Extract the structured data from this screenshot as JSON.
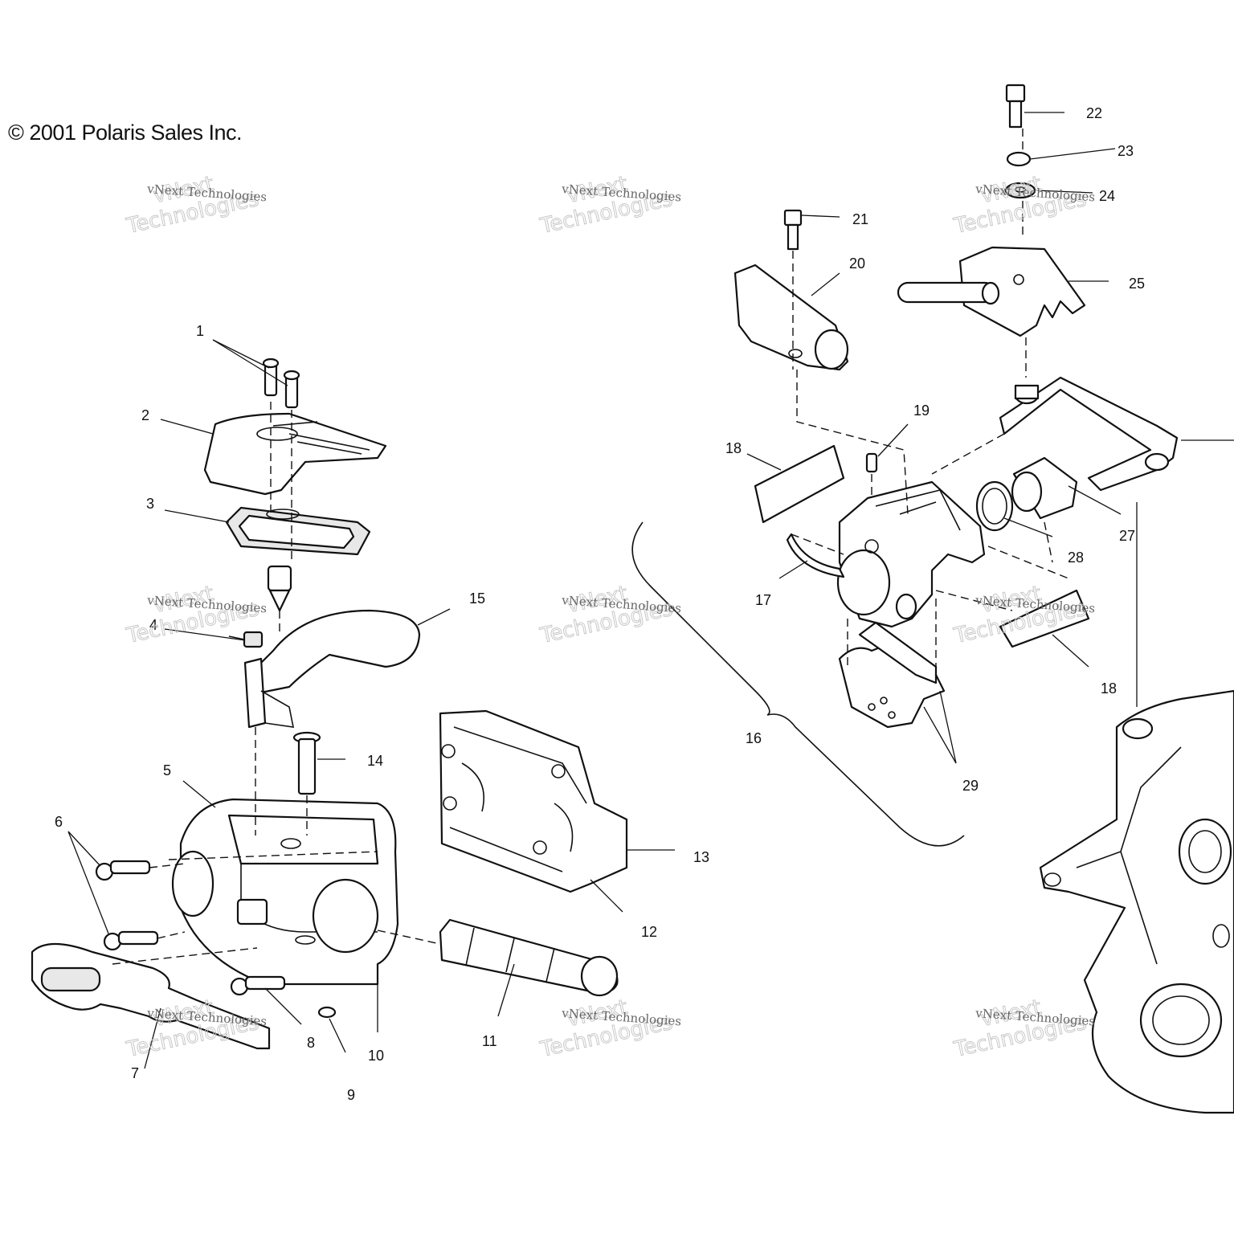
{
  "copyright": "© 2001 Polaris Sales Inc.",
  "watermark": {
    "line1": "vNext Technologies",
    "line2": "vNext Technologies"
  },
  "callouts": [
    "1",
    "2",
    "3",
    "4",
    "5",
    "6",
    "7",
    "8",
    "9",
    "10",
    "11",
    "12",
    "13",
    "14",
    "15",
    "16",
    "17",
    "18",
    "18",
    "19",
    "20",
    "21",
    "22",
    "23",
    "24",
    "25",
    "27",
    "28",
    "29"
  ]
}
